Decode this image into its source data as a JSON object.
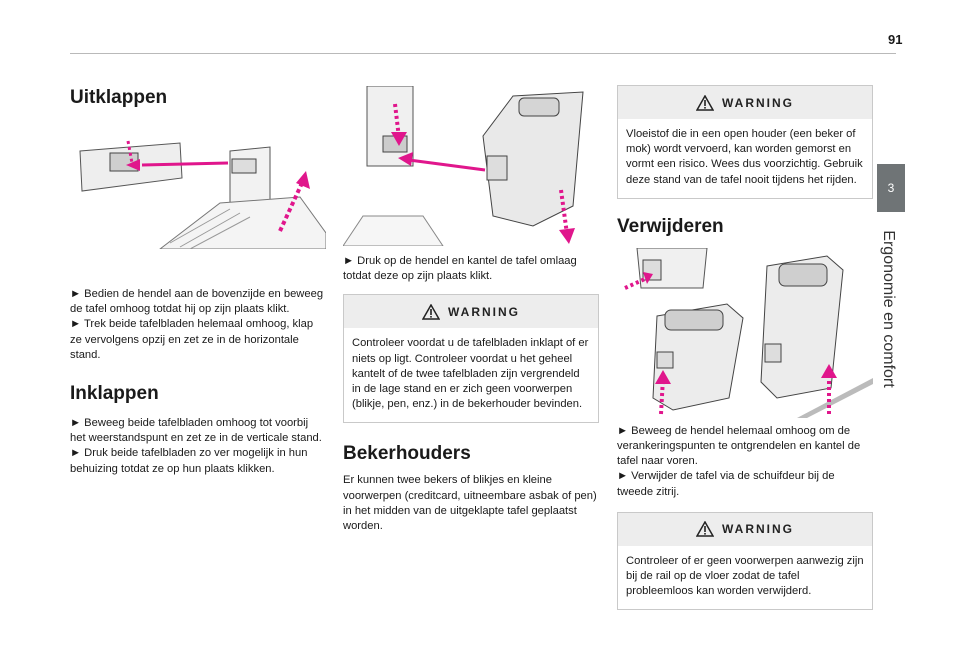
{
  "page": {
    "number": "91"
  },
  "side_tab": {
    "chapter_number": "3",
    "chapter_title": "Ergonomie en comfort"
  },
  "col1": {
    "heading_unfold": "Uitklappen",
    "unfold_steps": [
      "► Bedien de hendel aan de bovenzijde en beweeg de tafel omhoog totdat hij op zijn plaats klikt.",
      "► Trek beide tafelbladen helemaal omhoog, klap ze vervolgens opzij en zet ze in de horizontale stand."
    ],
    "heading_fold": "Inklappen",
    "fold_steps": [
      "► Beweeg beide tafelbladen omhoog tot voorbij het weerstandspunt en zet ze in de verticale stand.",
      "► Druk beide tafelbladen zo ver mogelijk in hun behuizing totdat ze op hun plaats klikken."
    ]
  },
  "col2": {
    "step": "► Druk op de hendel en kantel de tafel omlaag totdat deze op zijn plaats klikt.",
    "warning_title": "WARNING",
    "warning_text": "Controleer voordat u de tafelbladen inklapt of er niets op ligt. Controleer voordat u het geheel kantelt of de twee tafelbladen zijn vergrendeld in de lage stand en er zich geen voorwerpen (blikje, pen, enz.) in de bekerhouder bevinden.",
    "heading_cups": "Bekerhouders",
    "cups_text": "Er kunnen twee bekers of blikjes en kleine voorwerpen (creditcard, uitneembare asbak of pen) in het midden van de uitgeklapte tafel geplaatst worden."
  },
  "col3": {
    "warning1_title": "WARNING",
    "warning1_text": "Vloeistof die in een open houder (een beker of mok) wordt vervoerd, kan worden gemorst en vormt een risico. Wees dus voorzichtig. Gebruik deze stand van de tafel nooit tijdens het rijden.",
    "heading_remove": "Verwijderen",
    "remove_steps": [
      "► Beweeg de hendel helemaal omhoog om de verankeringspunten te ontgrendelen en kantel de tafel naar voren.",
      "► Verwijder de tafel via de schuifdeur bij de tweede zitrij."
    ],
    "warning2_title": "WARNING",
    "warning2_text": "Controleer of er geen voorwerpen aanwezig zijn bij de rail op de vloer zodat de tafel probleemloos kan worden verwijderd."
  },
  "colors": {
    "arrow": "#e0168c",
    "tab": "#6f7476",
    "warning_header": "#ededed"
  }
}
